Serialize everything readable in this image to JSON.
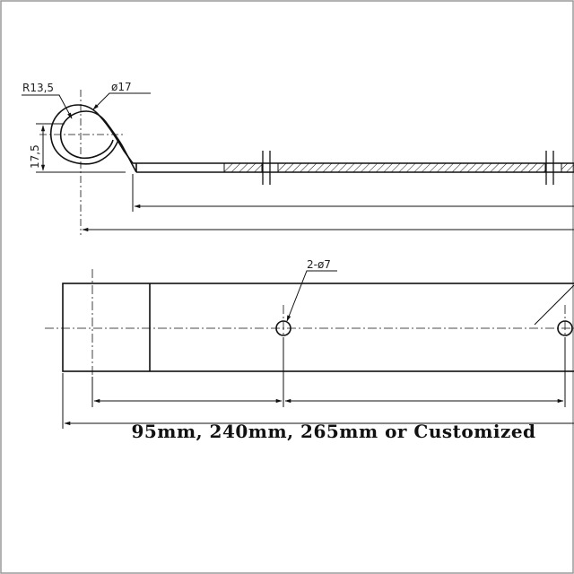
{
  "annotations": {
    "radius_label": "R13,5",
    "eye_diameter_label": "ø17",
    "eye_height_label": "17,5",
    "hole_label": "2-ø7"
  },
  "caption": "95mm, 240mm, 265mm or Customized",
  "colors": {
    "line": "#111111",
    "frame": "#999999",
    "background": "#ffffff"
  }
}
